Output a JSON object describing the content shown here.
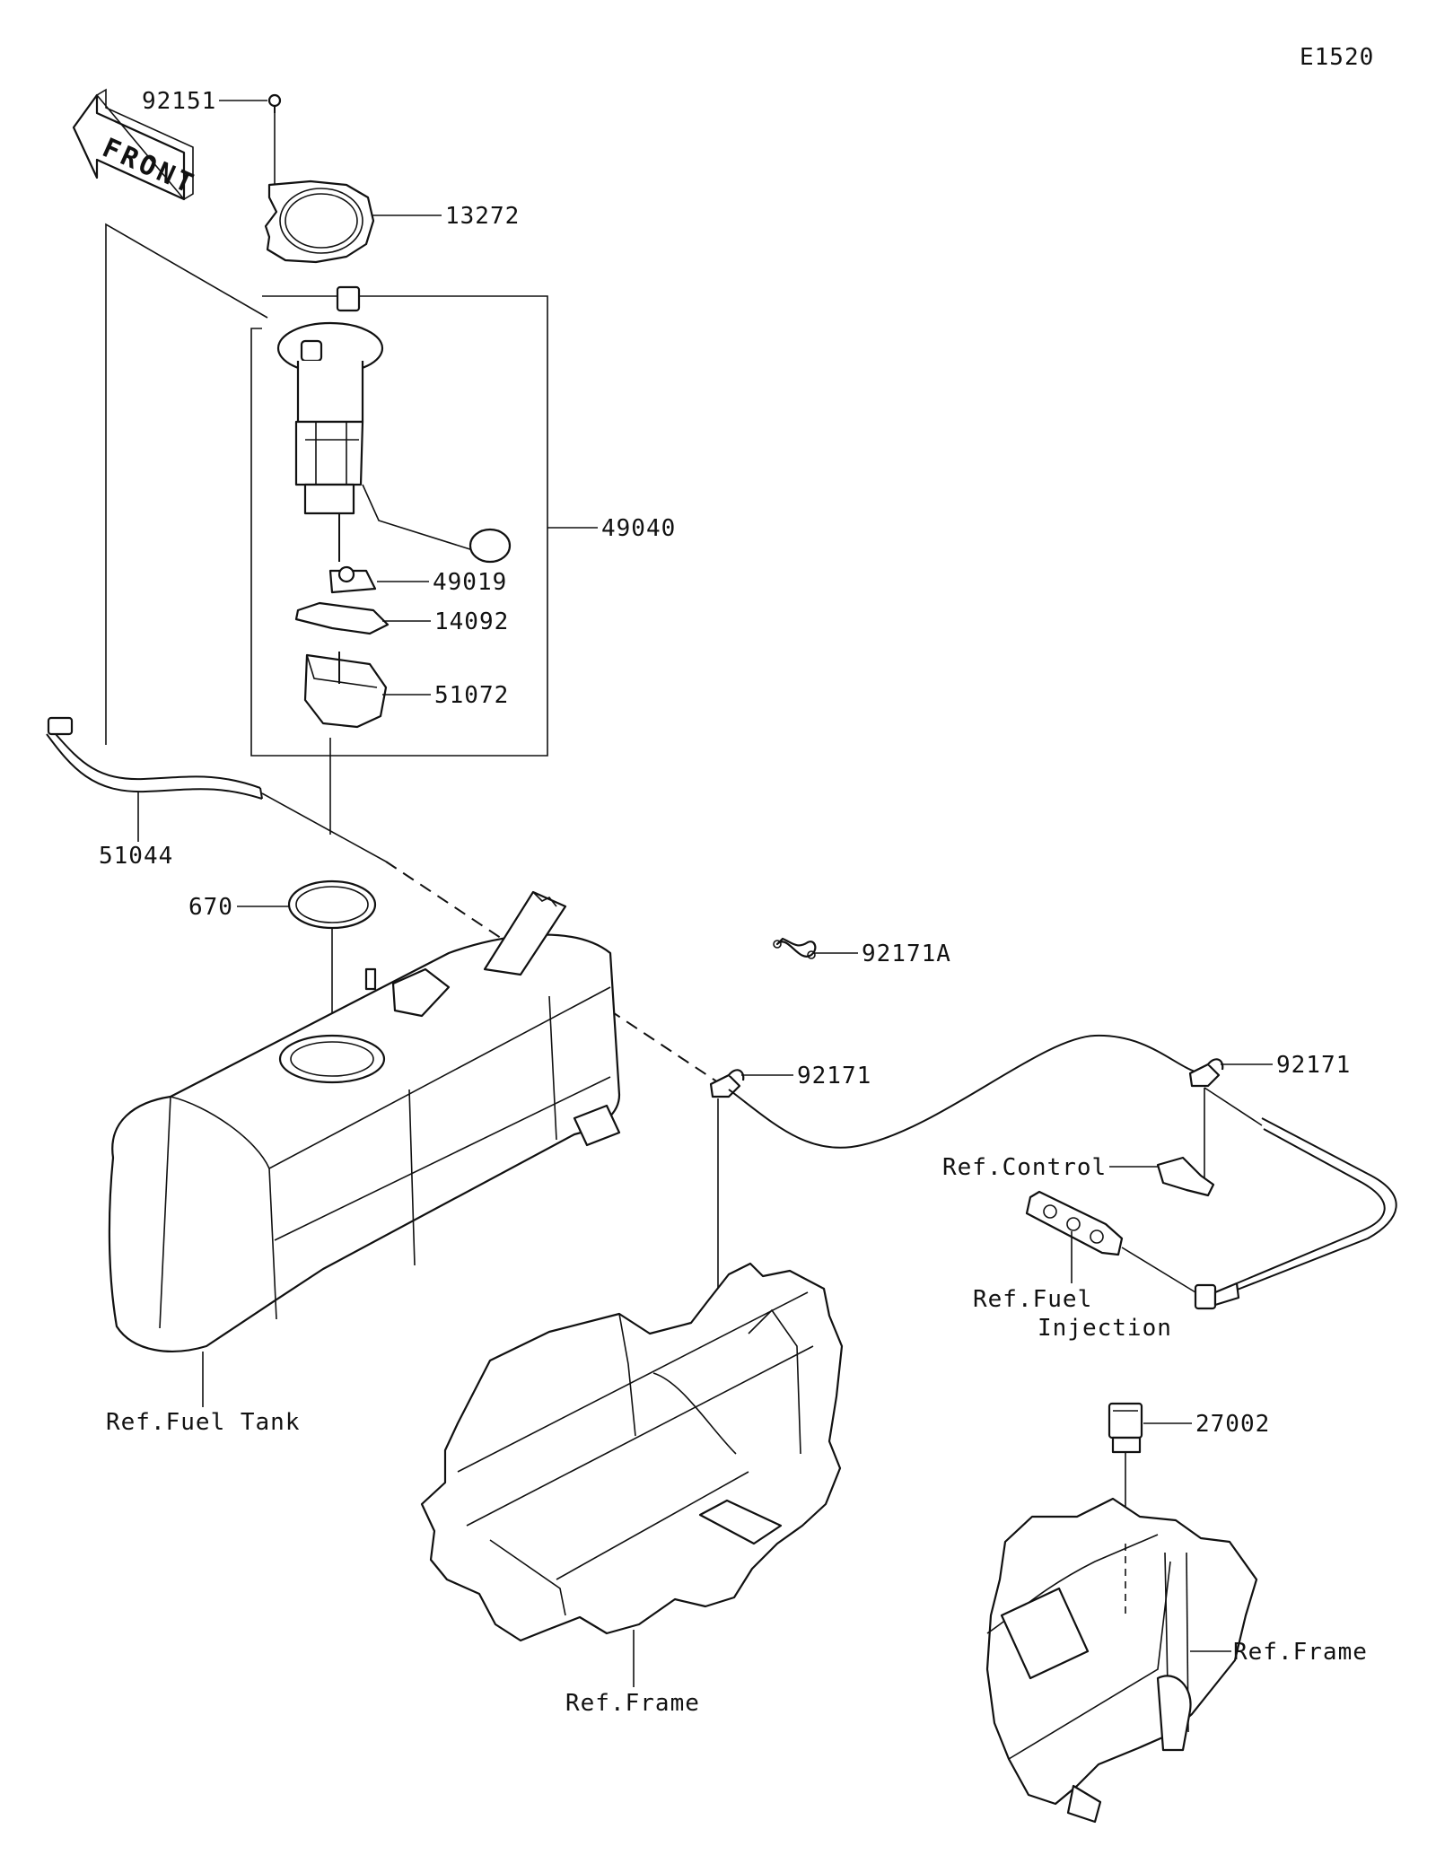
{
  "diagram_code": "E1520",
  "front_arrow_label": "FRONT",
  "callouts": {
    "p92151": "92151",
    "p13272": "13272",
    "p49040": "49040",
    "p49019": "49019",
    "p14092": "14092",
    "p51072": "51072",
    "p51044": "51044",
    "p670": "670",
    "p92171a": "92171A",
    "p92171_left": "92171",
    "p92171_right": "92171",
    "p27002": "27002"
  },
  "references": {
    "fuel_tank": "Ref.Fuel Tank",
    "control": "Ref.Control",
    "fuel_injection_line1": "Ref.Fuel",
    "fuel_injection_line2": "Injection",
    "frame_center": "Ref.Frame",
    "frame_right": "Ref.Frame"
  }
}
